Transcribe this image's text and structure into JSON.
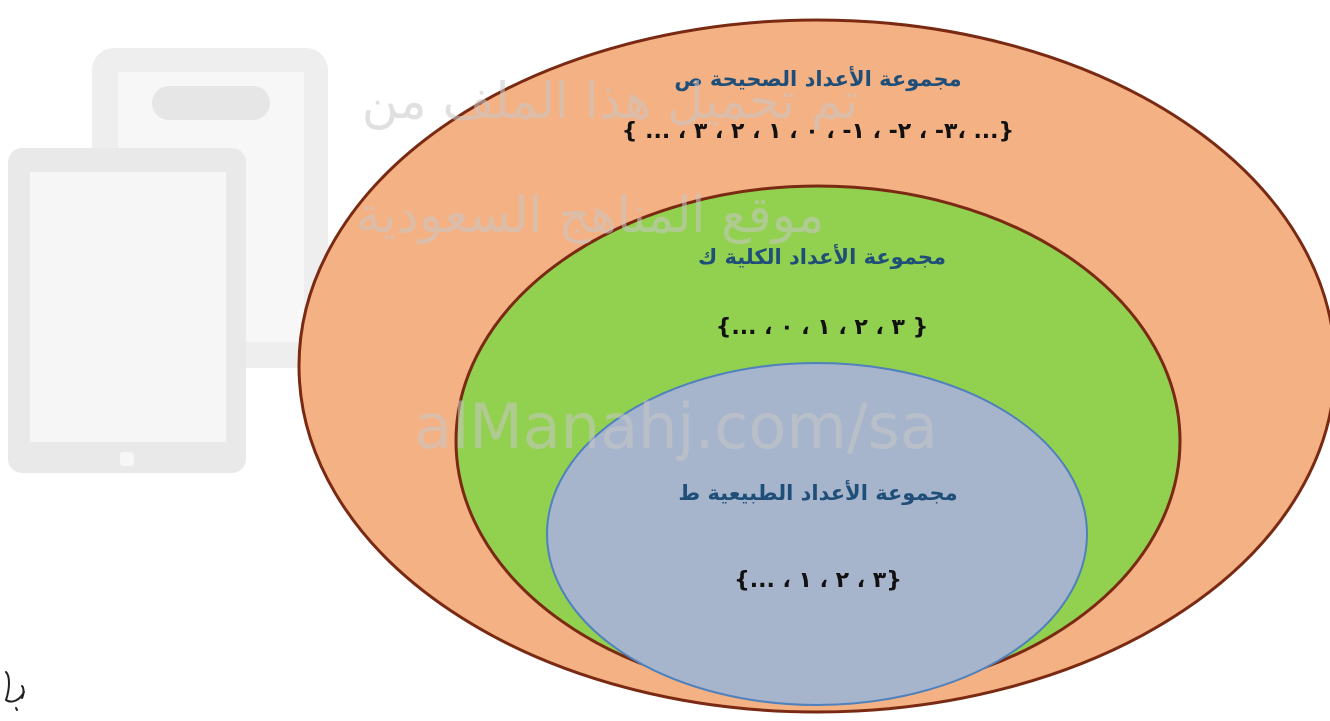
{
  "watermark": {
    "line1": "تم تحميل هذا الملف من",
    "line2": "موقع المناهج السعودية",
    "url": "alManahj.com/sa"
  },
  "diagram": {
    "outer_set": {
      "title": "مجموعة الأعداد الصحيحة ص",
      "elements": "{ ... ، ٣- ، ٢- ، ١- ، ٠ ، ١ ، ٢ ، ٣، ...}",
      "fill": "#f4b183",
      "stroke": "#7a2a12"
    },
    "middle_set": {
      "title": "مجموعة الأعداد الكلية ك",
      "elements": "{... ، ٣ ، ٢ ، ١ ، ٠ }",
      "fill": "#92d050",
      "stroke": "#7a2a12"
    },
    "inner_set": {
      "title": "مجموعة الأعداد الطبيعية ط",
      "elements": "{... ، ٣ ، ٢ ، ١}",
      "fill": "#a6b4cc",
      "stroke": "#4f81bd"
    },
    "title_color": "#1f4e79"
  }
}
